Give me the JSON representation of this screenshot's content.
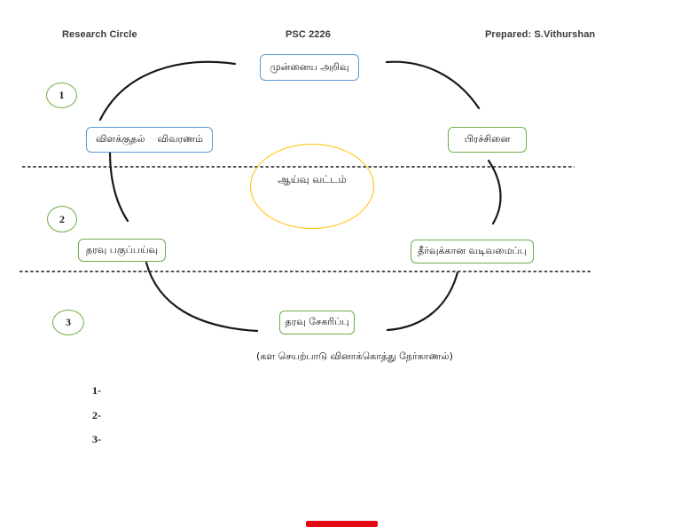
{
  "header": {
    "left": "Research Circle",
    "center": "PSC 2226",
    "right": "Prepared: S.Vithurshan"
  },
  "diagram": {
    "center_ellipse": {
      "label": "ஆய்வு வட்டம்",
      "border_color": "#FFC000"
    },
    "nodes": [
      {
        "id": "prior-knowledge",
        "label": "முன்னைய அறிவு",
        "border_color": "#5B9BD5"
      },
      {
        "id": "explanation",
        "label": "விளக்குதல்    விவரணம்",
        "border_color": "#5B9BD5"
      },
      {
        "id": "problem",
        "label": "பிரச்சினை",
        "border_color": "#70AD47"
      },
      {
        "id": "data-analysis",
        "label": "தரவு பகுப்பய்வு",
        "border_color": "#70AD47"
      },
      {
        "id": "solution-design",
        "label": "தீர்வுக்கான வடிவமைப்பு",
        "border_color": "#70AD47"
      },
      {
        "id": "data-collection",
        "label": "தரவு சேகரிப்பு",
        "border_color": "#70AD47"
      }
    ],
    "stage_markers": [
      "1",
      "2",
      "3"
    ],
    "caption": "(கள செயற்பாடு வினாக்கொத்து நேர்காணல்)"
  },
  "footnotes": [
    "1-",
    "2-",
    "3-"
  ],
  "colors": {
    "blue_border": "#5B9BD5",
    "green_border": "#70AD47",
    "ellipse_gold": "#FFC000",
    "red_bar": "#E30B13",
    "ink": "#1a1a1a"
  }
}
